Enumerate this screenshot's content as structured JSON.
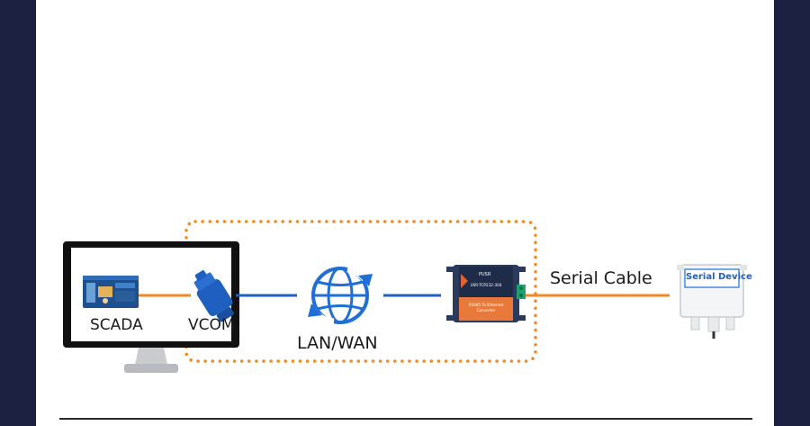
{
  "labels": {
    "scada": "SCADA",
    "vcom": "VCOM",
    "network": "LAN/WAN",
    "serial_cable": "Serial Cable",
    "serial_device": "Serial Device"
  },
  "converter": {
    "brand": "PUSR",
    "model": "USR-TCP232-304",
    "caption_line1": "RS485 To Ethernet",
    "caption_line2": "Converter"
  },
  "colors": {
    "background": "#1c2141",
    "panel": "#ffffff",
    "orange": "#f08a22",
    "blue": "#1f5fbf"
  },
  "icons": [
    "monitor-icon",
    "scada-screen-icon",
    "serial-plug-icon",
    "globe-icon",
    "converter-device-icon",
    "sensor-device-icon"
  ]
}
